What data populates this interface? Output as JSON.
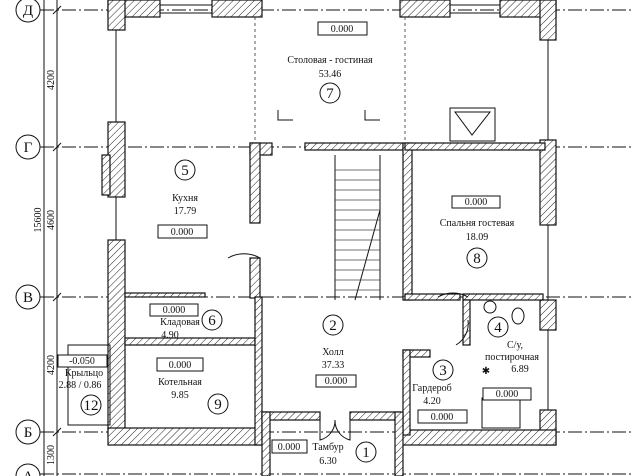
{
  "axes": [
    "Д",
    "Г",
    "В",
    "Б",
    "А"
  ],
  "dimensions": {
    "total": "15600",
    "d_g": "4200",
    "g_v": "4600",
    "v_b": "4200",
    "b_a": "1300"
  },
  "rooms": [
    {
      "num": "1",
      "name": "Тамбур",
      "area": "6.30",
      "level": "0.000"
    },
    {
      "num": "2",
      "name": "Холл",
      "area": "37.33",
      "level": "0.000"
    },
    {
      "num": "3",
      "name": "Гардероб",
      "area": "4.20",
      "level": "0.000"
    },
    {
      "num": "4",
      "name": "С/у,",
      "name2": "постирочная",
      "area": "6.89",
      "level": "0.000"
    },
    {
      "num": "5",
      "name": "Кухня",
      "area": "17.79",
      "level": "0.000"
    },
    {
      "num": "6",
      "name": "Кладовая",
      "area": "4.90",
      "level": "0.000"
    },
    {
      "num": "7",
      "name": "Столовая - гостиная",
      "area": "53.46",
      "level": "0.000"
    },
    {
      "num": "8",
      "name": "Спальня гостевая",
      "area": "18.09",
      "level": "0.000"
    },
    {
      "num": "9",
      "name": "Котельная",
      "area": "9.85",
      "level": "0.000"
    },
    {
      "num": "12",
      "name": "Крыльцо",
      "area": "2.88 / 0.86",
      "level": "-0.050"
    }
  ]
}
